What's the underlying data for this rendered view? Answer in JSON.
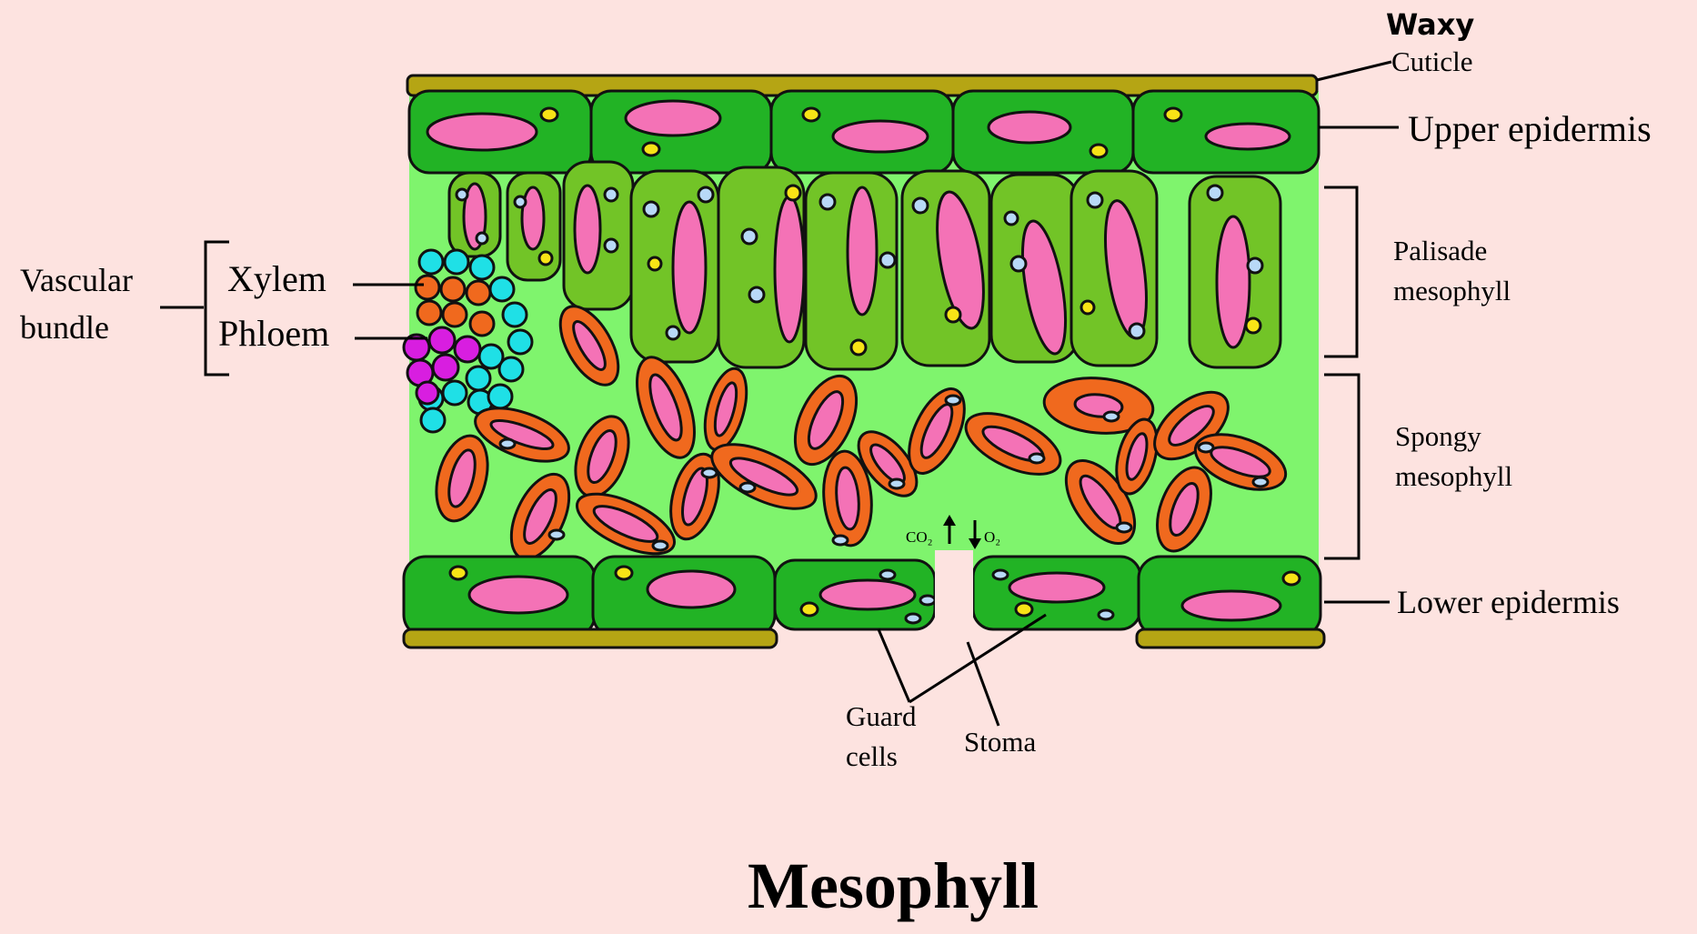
{
  "title": "Mesophyll",
  "labels": {
    "waxy": "Waxy",
    "cuticle": "Cuticle",
    "upper_epidermis": "Upper epidermis",
    "palisade_line1": "Palisade",
    "palisade_line2": "mesophyll",
    "spongy_line1": "Spongy",
    "spongy_line2": "mesophyll",
    "lower_epidermis": "Lower epidermis",
    "vascular_line1": "Vascular",
    "vascular_line2": "bundle",
    "xylem": "Xylem",
    "phloem": "Phloem",
    "guard_line1": "Guard",
    "guard_line2": "cells",
    "stoma": "Stoma",
    "co2": "CO₂",
    "o2": "O₂"
  },
  "colors": {
    "background": "#fde3e0",
    "cuticle": "#b5a514",
    "epidermis": "#22b325",
    "interior": "#7ff46d",
    "palisade": "#72c427",
    "spongy": "#f0691e",
    "nucleus": "#f472b6",
    "xylem": "#1fe0e6",
    "phloem": "#d81ee0",
    "chloroplast": "#b8d9f7",
    "yellow_dot": "#f8e316"
  }
}
